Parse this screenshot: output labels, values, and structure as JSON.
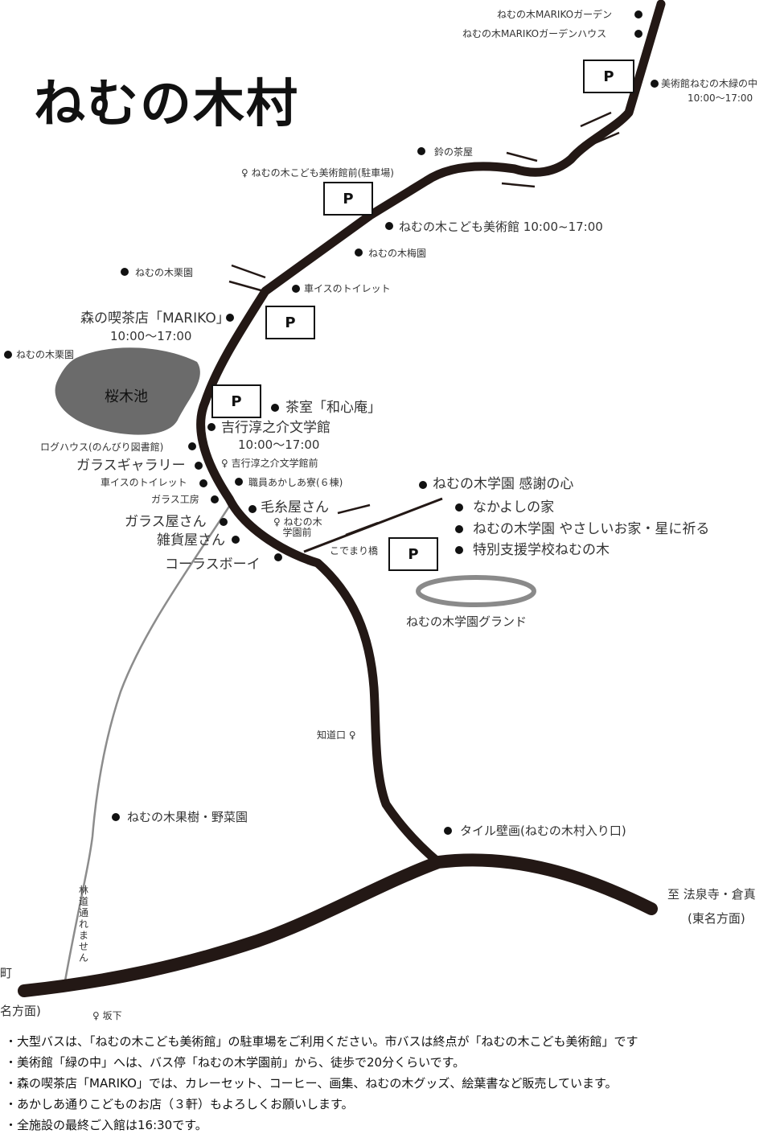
{
  "title": "ねむの木村",
  "places": {
    "mariko_garden": "ねむの木MARIKOガーデン",
    "mariko_garden_house": "ねむの木MARIKOガーデンハウス",
    "museum_midori": "美術館ねむの木緑の中",
    "museum_midori_hours": "10:00〜17:00",
    "suzu_chaya": "鈴の茶屋",
    "kodomo_bijutsukan": "ねむの木こども美術館 10:00~17:00",
    "baien": "ねむの木梅園",
    "wheelchair_toilet_1": "車イスのトイレット",
    "kurien_1": "ねむの木栗園",
    "kissaten": "森の喫茶店「MARIKO」",
    "kissaten_hours": "10:00〜17:00",
    "kurien_2": "ねむの木栗園",
    "pond": "桜木池",
    "washin_an": "茶室「和心庵」",
    "bungakukan": "吉行淳之介文学館",
    "bungakukan_hours": "10:00〜17:00",
    "log_house": "ログハウス(のんびり図書館)",
    "glass_gallery": "ガラスギャラリー",
    "wheelchair_toilet_2": "車イスのトイレット",
    "glass_kobo": "ガラス工房",
    "glass_ya": "ガラス屋さん",
    "zakka_ya": "雑貨屋さん",
    "keito_ya": "毛糸屋さん",
    "akashia": "職員あかしあ寮(６棟)",
    "chorus_boy": "コーラスボーイ",
    "kansha": "ねむの木学園 感謝の心",
    "nakayoshi": "なかよしの家",
    "yasashii": "ねむの木学園 やさしいお家・星に祈る",
    "tokubetsu": "特別支援学校ねむの木",
    "kodemari_bridge": "こでまり橋",
    "ground": "ねむの木学園グランド",
    "kajuen": "ねむの木果樹・野菜園",
    "tile": "タイル壁画(ねむの木村入り口)",
    "to_east_1": "至 法泉寺・倉真",
    "to_east_2": "(東名方面)",
    "to_west_1": "町",
    "to_west_2": "名方面)",
    "rindo": "林道通れません"
  },
  "bus_stops": {
    "kodomo_mae": "ねむの木こども美術館前(駐車場)",
    "bungakukan_mae": "吉行淳之介文学館前",
    "gakuen_mae_1": "ねむの木",
    "gakuen_mae_2": "学園前",
    "chikudo": "知道口",
    "sakashita": "坂下"
  },
  "parking_label": "P",
  "notes": [
    "・大型バスは、「ねむの木こども美術館」の駐車場をご利用ください。市バスは終点が「ねむの木こども美術館」です",
    "・美術館「緑の中」へは、バス停「ねむの木学園前」から、徒歩で20分くらいです。",
    "・森の喫茶店「MARIKO」では、カレーセット、コーヒー、画集、ねむの木グッズ、絵葉書など販売しています。",
    "・あかしあ通りこどものお店（３軒）もよろしくお願いします。",
    "・全施設の最終ご入館は16:30です。"
  ],
  "colors": {
    "road": "#231815",
    "pond": "#6b6b6b",
    "trail": "#8c8c8c",
    "ground_ring": "#8a8a8a"
  }
}
